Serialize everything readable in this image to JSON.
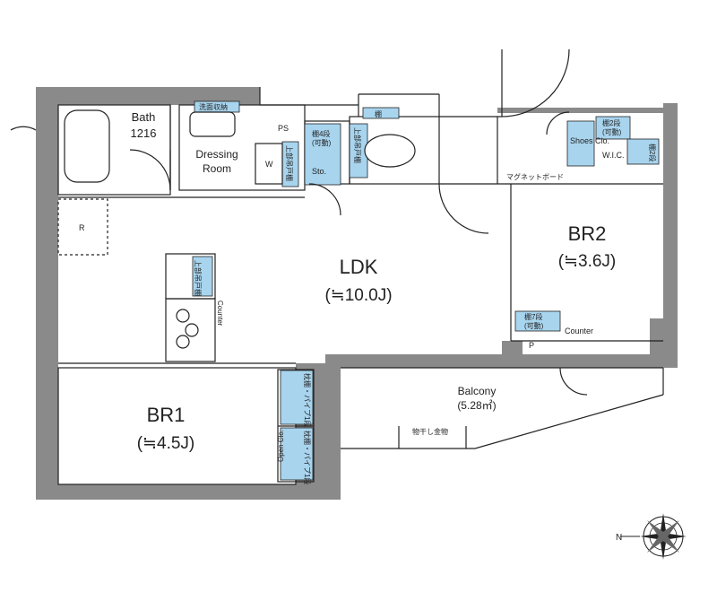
{
  "rooms": {
    "ldk": {
      "name": "LDK",
      "size": "(≒10.0J)"
    },
    "br1": {
      "name": "BR1",
      "size": "(≒4.5J)"
    },
    "br2": {
      "name": "BR2",
      "size": "(≒3.6J)"
    },
    "bath": {
      "name": "Bath",
      "size": "1216"
    },
    "dressing": {
      "line1": "Dressing",
      "line2": "Room"
    },
    "balcony": {
      "name": "Balcony",
      "size": "(5.28㎡)"
    }
  },
  "labels": {
    "ps": "PS",
    "w": "W",
    "sto": "Sto.",
    "r": "R",
    "p": "P",
    "counter_kitchen": "Counter",
    "counter_br2": "Counter",
    "shoes_clo": "Shoes Clo.",
    "wic": "W.I.C.",
    "open_clo": "Open Clo.",
    "shelf4": "棚4段",
    "shelf4_sub": "(可動)",
    "shelf2": "棚2段",
    "shelf2_sub": "(可動)",
    "shelf7": "棚7段",
    "shelf7_sub": "(可動)",
    "shelf": "棚",
    "shelf_pipe_a": "枕棚・パイプ1段",
    "shelf_pipe_b": "枕棚・パイプ1段",
    "upper_cabinet_a": "上部吊戸棚",
    "upper_cabinet_b": "上部吊戸棚",
    "upper_cabinet_c": "上部吊戸棚",
    "under_sink": "洗面収納",
    "magnet_board": "マグネットボード",
    "drying_hardware": "物干し金物",
    "shelf_pipe_wic": "棚2段",
    "north": "N"
  },
  "colors": {
    "wall": "#8a8a8a",
    "storage": "#a8d4ee",
    "line": "#222222"
  }
}
